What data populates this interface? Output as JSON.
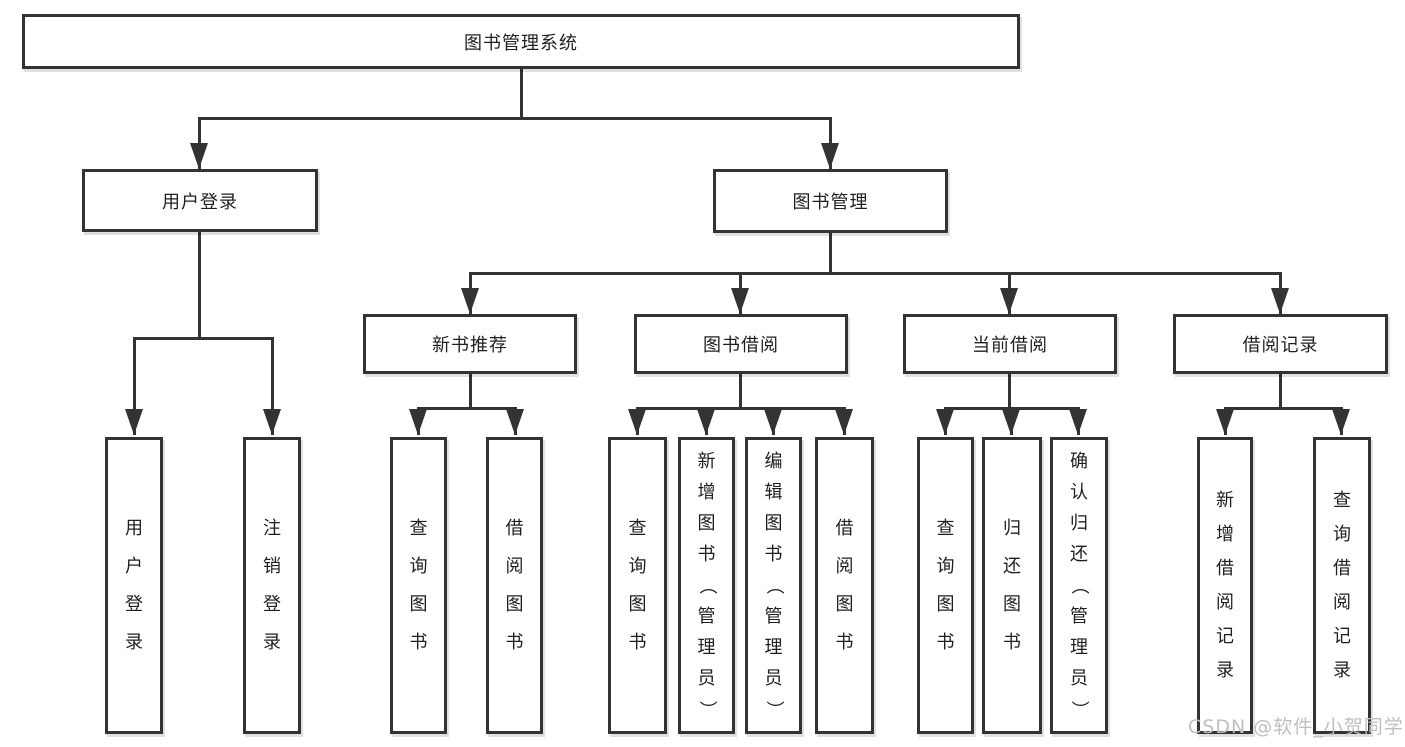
{
  "colors": {
    "line": "#333333",
    "text": "#1f1f1f",
    "watermark": "#bfbfbf",
    "background": "#ffffff"
  },
  "nodes": {
    "root": "图书管理系统",
    "l2_user_login": "用户登录",
    "l2_book_mgmt": "图书管理",
    "l3_new_book": "新书推荐",
    "l3_borrow": "图书借阅",
    "l3_current": "当前借阅",
    "l3_records": "借阅记录",
    "leaf_login": "用户登录",
    "leaf_logout": "注销登录",
    "leaf_nb_query": "查询图书",
    "leaf_nb_borrow": "借阅图书",
    "leaf_bb_query": "查询图书",
    "leaf_bb_add": "新增图书（管理员）",
    "leaf_bb_edit": "编辑图书（管理员）",
    "leaf_bb_borrow": "借阅图书",
    "leaf_cb_query": "查询图书",
    "leaf_cb_return": "归还图书",
    "leaf_cb_confirm": "确认归还（管理员）",
    "leaf_br_add": "新增借阅记录",
    "leaf_br_query": "查询借阅记录"
  },
  "hierarchy": {
    "图书管理系统": {
      "用户登录": [
        "用户登录",
        "注销登录"
      ],
      "图书管理": {
        "新书推荐": [
          "查询图书",
          "借阅图书"
        ],
        "图书借阅": [
          "查询图书",
          "新增图书（管理员）",
          "编辑图书（管理员）",
          "借阅图书"
        ],
        "当前借阅": [
          "查询图书",
          "归还图书",
          "确认归还（管理员）"
        ],
        "借阅记录": [
          "新增借阅记录",
          "查询借阅记录"
        ]
      }
    }
  },
  "watermark": "CSDN @软件_小贺同学"
}
